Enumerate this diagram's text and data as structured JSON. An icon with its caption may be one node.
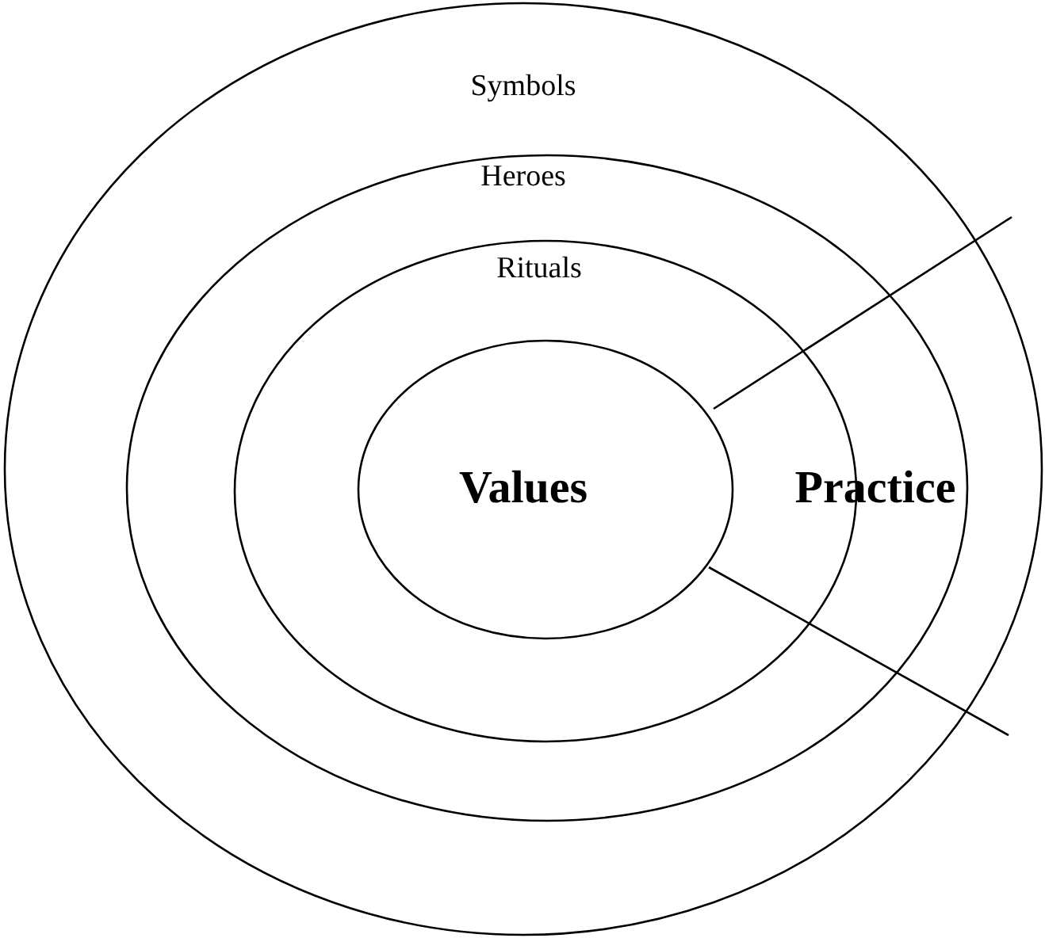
{
  "diagram": {
    "nodes": [
      {
        "text": [
          "Symbols"
        ]
      },
      {
        "text": [
          "Heroes"
        ],
        "in": 0
      },
      {
        "text": [
          "Rituals"
        ],
        "in": 1
      },
      {
        "text": [
          "Values"
        ],
        "in": 2
      }
    ],
    "labels": [
      "Practice"
    ]
  }
}
